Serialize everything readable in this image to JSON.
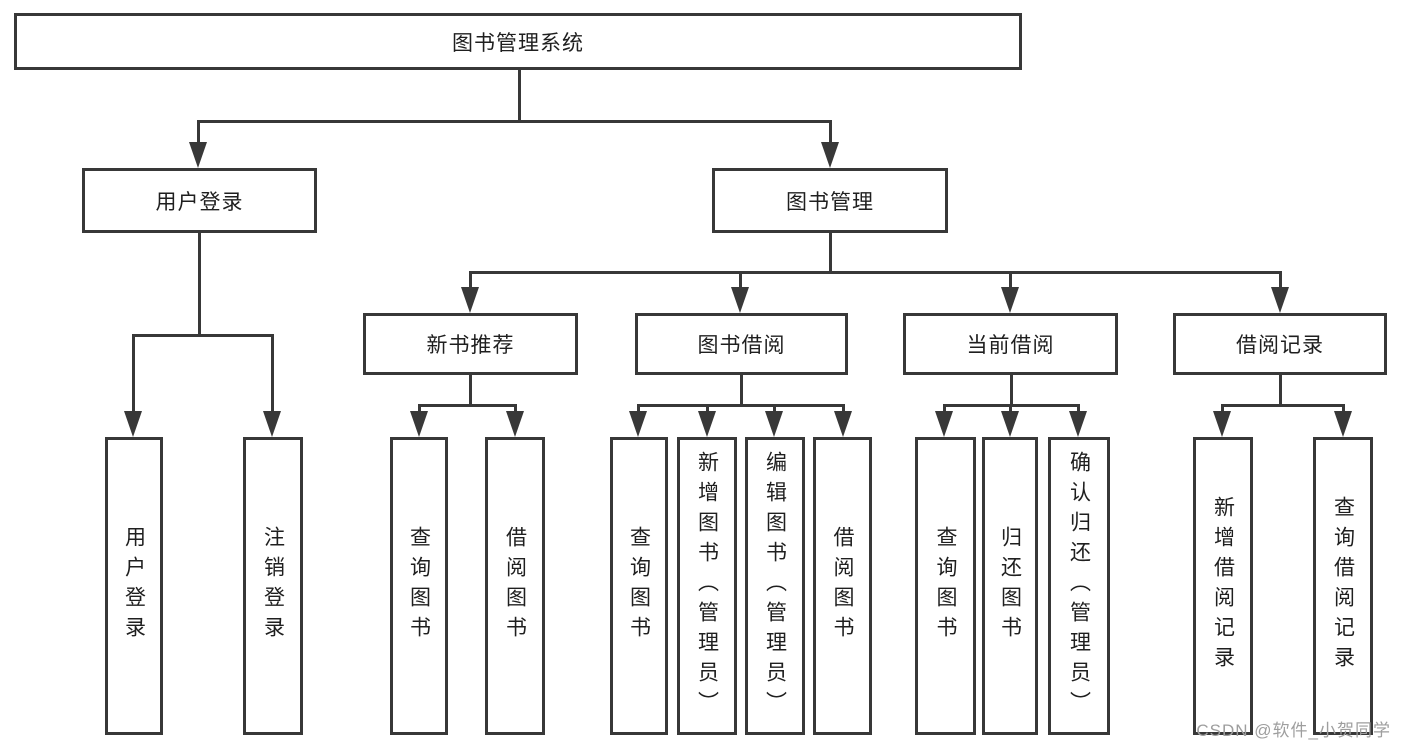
{
  "diagram": {
    "root": {
      "label": "图书管理系统"
    },
    "level2": [
      {
        "label": "用户登录"
      },
      {
        "label": "图书管理"
      }
    ],
    "level3": [
      {
        "label": "新书推荐"
      },
      {
        "label": "图书借阅"
      },
      {
        "label": "当前借阅"
      },
      {
        "label": "借阅记录"
      }
    ],
    "leaves": [
      {
        "label": "用户登录"
      },
      {
        "label": "注销登录"
      },
      {
        "label": "查询图书"
      },
      {
        "label": "借阅图书"
      },
      {
        "label": "查询图书"
      },
      {
        "label": "新增图书（管理员）"
      },
      {
        "label": "编辑图书（管理员）"
      },
      {
        "label": "借阅图书"
      },
      {
        "label": "查询图书"
      },
      {
        "label": "归还图书"
      },
      {
        "label": "确认归还（管理员）"
      },
      {
        "label": "新增借阅记录"
      },
      {
        "label": "查询借阅记录"
      }
    ],
    "watermark": "CSDN @软件_小贺同学",
    "colors": {
      "line": "#383838",
      "text": "#1f1f1f",
      "watermark": "#9e9e9e",
      "background": "#ffffff"
    }
  }
}
